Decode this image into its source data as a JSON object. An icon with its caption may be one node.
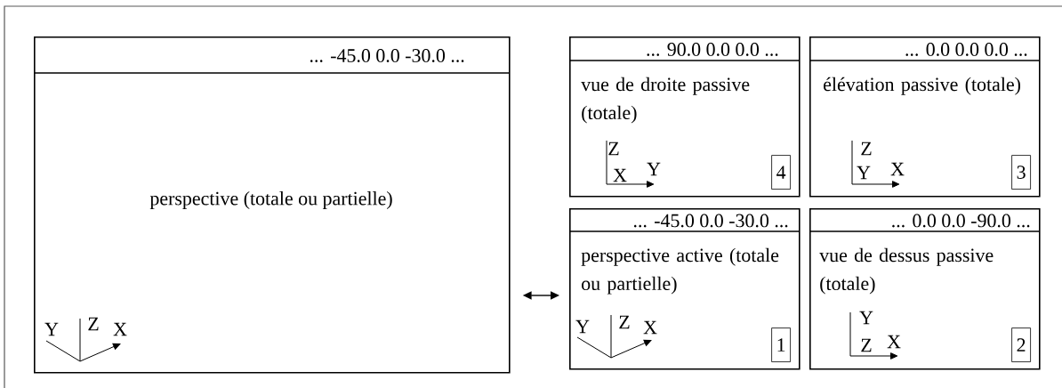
{
  "diagram": {
    "nodes": [
      {
        "text": [
          "... -45.0 0.0 -30.0 ...",
          "perspective (totale ou partielle)"
        ]
      },
      {
        "text": [
          "... 90.0 0.0 0.0 ...",
          "vue de droite passive (totale)"
        ]
      },
      {
        "text": [
          "4"
        ],
        "in": 1
      },
      {
        "text": [
          "... 0.0 0.0 0.0 ...",
          "élévation passive (totale)"
        ]
      },
      {
        "text": [
          "3"
        ],
        "in": 3
      },
      {
        "text": [
          "... -45.0 0.0 -30.0 ...",
          "perspective active (totale ou partielle)"
        ]
      },
      {
        "text": [
          "1"
        ],
        "in": 5
      },
      {
        "text": [
          "... 0.0 0.0 -90.0 ...",
          "vue de dessus passive (totale)"
        ]
      },
      {
        "text": [
          "2"
        ],
        "in": 7
      }
    ],
    "edges": [
      {
        "from": 0,
        "to": 5,
        "arrow": "both"
      }
    ],
    "labels": [
      "Y",
      "Z",
      "X",
      "Z",
      "X",
      "Y",
      "Z",
      "Y",
      "X",
      "Y",
      "Z",
      "X",
      "Y",
      "Z",
      "X"
    ]
  }
}
